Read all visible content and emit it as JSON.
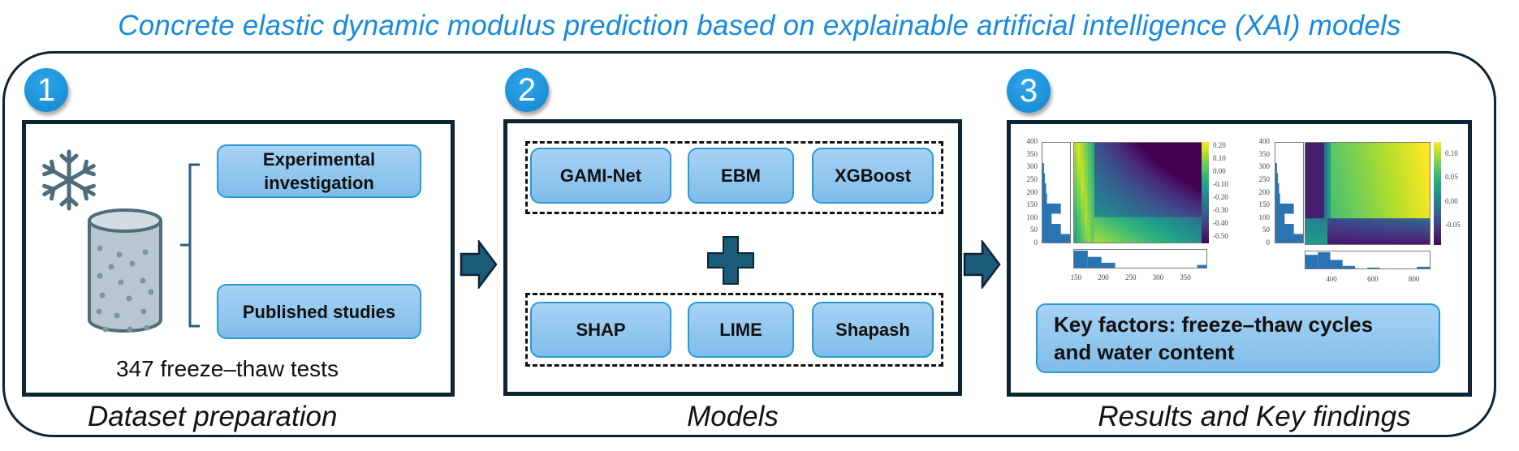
{
  "title": "Concrete elastic dynamic modulus prediction based on explainable artificial intelligence (XAI) models",
  "colors": {
    "title": "#1689e0",
    "frame": "#0d2433",
    "badge": "#1a8fd6",
    "button_fill": "#8dc6ef",
    "button_border": "#2b99d4",
    "icon": "#4e6c7c",
    "arrow": "#1c5a7a"
  },
  "panels": [
    {
      "badge": "1",
      "caption": "Dataset preparation",
      "icons": [
        "snowflake-icon",
        "concrete-cylinder-icon",
        "brace-icon"
      ],
      "sources": [
        "Experimental investigation",
        "Published studies"
      ],
      "summary": "347 freeze–thaw tests"
    },
    {
      "badge": "2",
      "caption": "Models",
      "models": [
        "GAMI-Net",
        "EBM",
        "XGBoost"
      ],
      "connector": "plus-icon",
      "explainers": [
        "SHAP",
        "LIME",
        "Shapash"
      ]
    },
    {
      "badge": "3",
      "caption": "Results and Key findings",
      "finding": "Key factors: freeze–thaw cycles and water content"
    }
  ],
  "arrows": [
    "arrow-right-icon",
    "arrow-right-icon"
  ],
  "chart_data": [
    {
      "type": "heatmap",
      "title": "",
      "colormap": "viridis",
      "xlim": [
        140,
        390
      ],
      "ylim": [
        0,
        400
      ],
      "x_ticks": [
        "150",
        "200",
        "250",
        "300",
        "350"
      ],
      "y_ticks": [
        "0",
        "50",
        "100",
        "150",
        "200",
        "250",
        "300",
        "350",
        "400"
      ],
      "colorbar_ticks": [
        "0.20",
        "0.10",
        "0.00",
        "-0.10",
        "-0.20",
        "-0.30",
        "-0.40",
        "-0.50"
      ],
      "colorbar_range": [
        -0.55,
        0.23
      ],
      "description": "High values (yellow) at low x (<180) across y and for y<110 at x>180; low values (purple) at high x and high y",
      "y_histogram": {
        "bins": [
          0,
          40,
          80,
          120,
          160,
          200,
          240,
          280,
          320
        ],
        "counts": [
          90,
          60,
          30,
          60,
          15,
          12,
          8,
          5
        ]
      },
      "x_histogram": {
        "bins": [
          145,
          170,
          195,
          220,
          245,
          270,
          295,
          320,
          345,
          370,
          390
        ],
        "counts": [
          100,
          65,
          32,
          0,
          0,
          0,
          0,
          0,
          0,
          20
        ]
      }
    },
    {
      "type": "heatmap",
      "title": "",
      "colormap": "viridis",
      "xlim": [
        270,
        880
      ],
      "ylim": [
        0,
        400
      ],
      "x_ticks": [
        "400",
        "600",
        "800"
      ],
      "y_ticks": [
        "0",
        "50",
        "100",
        "150",
        "200",
        "250",
        "300",
        "350",
        "400"
      ],
      "colorbar_ticks": [
        "0.10",
        "0.05",
        "0.00",
        "-0.05"
      ],
      "colorbar_range": [
        -0.09,
        0.125
      ],
      "description": "Low values (purple) at x<380 for y>100 and along y<100 at x>380; high values (yellow) at high x and high y",
      "y_histogram": {
        "bins": [
          0,
          40,
          80,
          120,
          160,
          200,
          240,
          280,
          320
        ],
        "counts": [
          90,
          60,
          30,
          60,
          15,
          12,
          8,
          5
        ]
      },
      "x_histogram": {
        "bins": [
          270,
          330,
          390,
          450,
          510,
          570,
          630,
          690,
          750,
          810,
          880
        ],
        "counts": [
          85,
          100,
          55,
          20,
          0,
          10,
          0,
          0,
          0,
          15
        ]
      }
    }
  ]
}
